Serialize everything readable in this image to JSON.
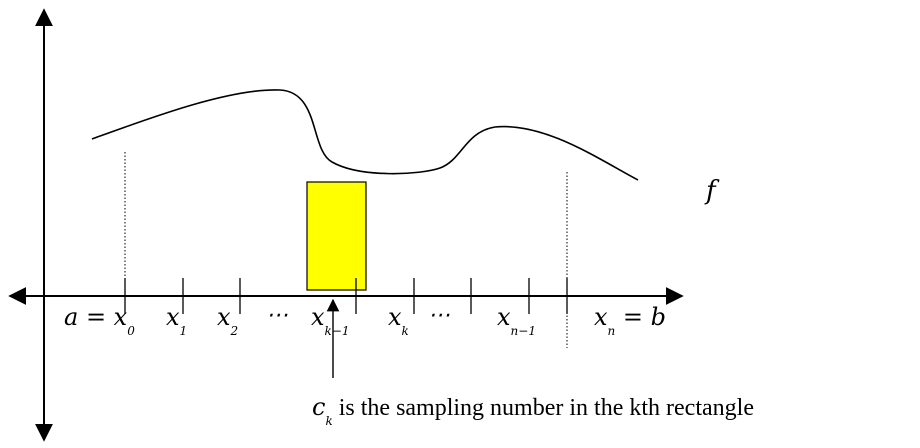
{
  "function_label": "f",
  "axis_labels": [
    {
      "main": "a = x",
      "sub": "0",
      "suffix": ""
    },
    {
      "main": "x",
      "sub": "1",
      "suffix": ""
    },
    {
      "main": "x",
      "sub": "2",
      "suffix": ""
    },
    {
      "main": "⋯",
      "sub": "",
      "suffix": ""
    },
    {
      "main": "x",
      "sub": "k−1",
      "suffix": ""
    },
    {
      "main": "x",
      "sub": "k",
      "suffix": ""
    },
    {
      "main": "⋯",
      "sub": "",
      "suffix": ""
    },
    {
      "main": "x",
      "sub": "n−1",
      "suffix": ""
    },
    {
      "main": "x",
      "sub": "n",
      "suffix": " = b"
    }
  ],
  "annotation": {
    "symbol": "c",
    "sub": "k",
    "text": " is the sampling number in the kth rectangle"
  },
  "colors": {
    "line": "#000000",
    "rectangle_fill": "#ffff00",
    "rectangle_stroke": "#000000"
  }
}
